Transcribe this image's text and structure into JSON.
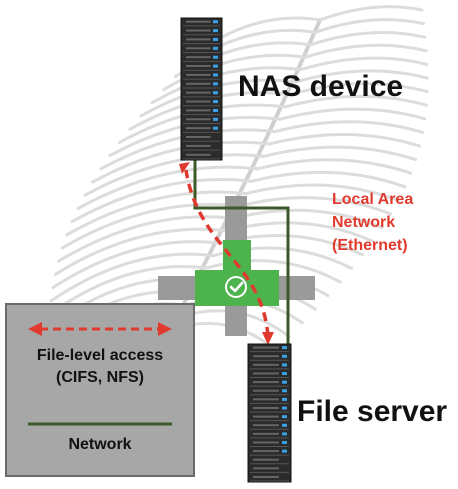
{
  "diagram": {
    "nodes": {
      "nas": {
        "label": "NAS device"
      },
      "file_server": {
        "label": "File server"
      },
      "network": {
        "label_lines": [
          "Local Area",
          "Network",
          "(Ethernet)"
        ]
      }
    },
    "legend": {
      "access_line1": "File-level access",
      "access_line2": "(CIFS, NFS)",
      "network_label": "Network"
    },
    "status_icon": "checkmark-icon",
    "colors": {
      "access_arrow": "#e03a2f",
      "network_line": "#3b5a2a",
      "switch_green": "#4db34d",
      "switch_gray": "#9a9a9a",
      "legend_box": "#a7a7a7",
      "server_body": "#2b2b2b",
      "server_led": "#3aa3e6"
    }
  }
}
